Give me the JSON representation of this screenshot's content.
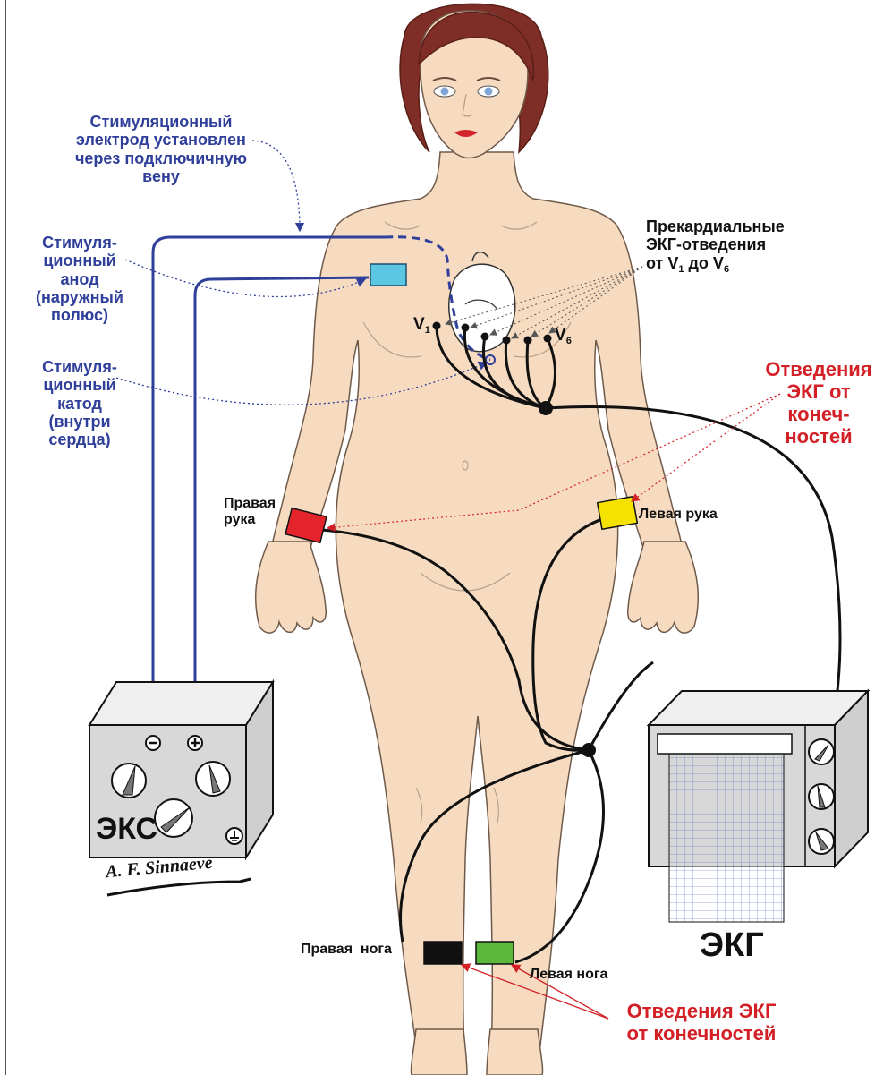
{
  "colors": {
    "skin": "#f6dbc0",
    "skin_outline": "#6f5a4a",
    "hair": "#7e2e26",
    "pacing_wire": "#2f3f9a",
    "ecg_wire": "#111111",
    "label_blue": "#2f3f9a",
    "label_red": "#d32027",
    "right_arm_band": "#e3242b",
    "left_arm_band": "#f5e200",
    "right_leg_band": "#111111",
    "left_leg_band": "#5cb83a",
    "anode_patch": "#5bc7e3",
    "device_gray": "#d8d8d8",
    "ecg_paper_grid": "#7f8fc8"
  },
  "icons": {
    "pacemaker_minus": "minus-terminal-icon",
    "pacemaker_plus": "plus-terminal-icon",
    "ground": "ground-terminal-icon",
    "dials": "dial-knob-icon"
  },
  "labels": {
    "pacing_electrode": [
      "Стимуляционный",
      "электрод установлен",
      "через подключичную",
      "вену"
    ],
    "anode": [
      "Стимуля-",
      "ционный",
      "анод",
      "(наружный",
      "полюс)"
    ],
    "cathode": [
      "Стимуля-",
      "ционный",
      "катод",
      "(внутри",
      "сердца)"
    ],
    "precordial": [
      "Прекардиальные",
      "ЭКГ-отведения"
    ],
    "precordial_range": {
      "prefix": "от V",
      "sub1": "1",
      "mid": " до V",
      "sub2": "6"
    },
    "v1": {
      "letter": "V",
      "sub": "1"
    },
    "v6": {
      "letter": "V",
      "sub": "6"
    },
    "limb_leads_top": [
      "Отведения",
      "ЭКГ от",
      "конеч-",
      "ностей"
    ],
    "limb_leads_bottom": [
      "Отведения ЭКГ",
      "от конечностей"
    ],
    "right_arm": [
      "Правая",
      "рука"
    ],
    "left_arm": "Левая рука",
    "right_leg": "Правая  нога",
    "left_leg": "Левая нога",
    "pacemaker": "ЭКС",
    "ecg_machine": "ЭКГ",
    "signature": "A. F. Sinnaeve"
  }
}
